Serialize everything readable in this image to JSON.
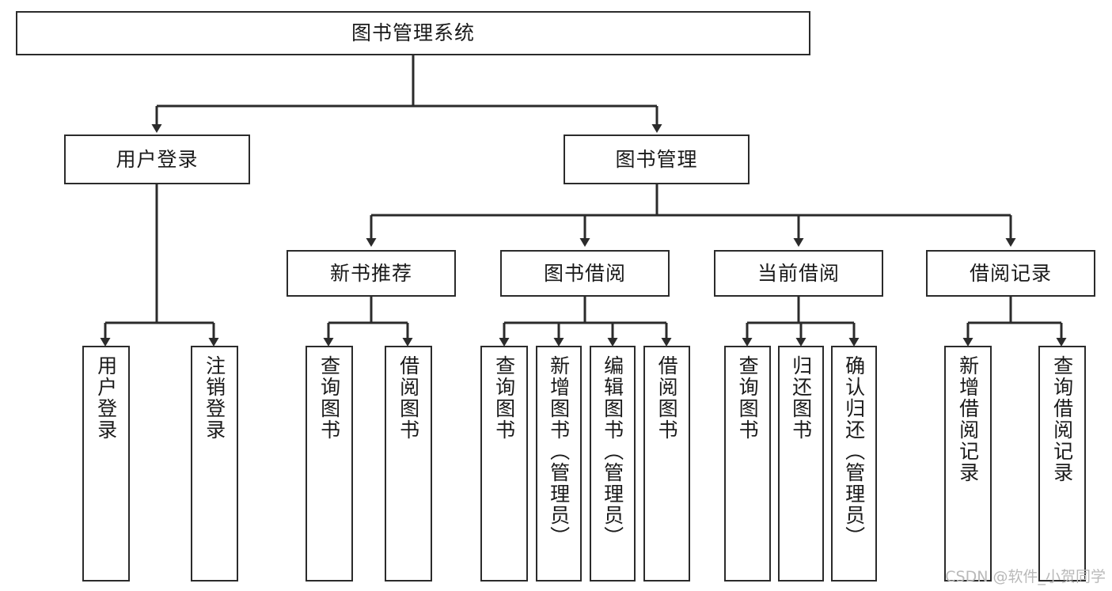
{
  "diagram": {
    "type": "tree-hierarchy-chart",
    "title": "图书管理系统",
    "stroke_color": "#2b2b2b",
    "background_color": "#ffffff",
    "text_color": "#1a1a1a",
    "nodes": {
      "root": {
        "label": "图书管理系统",
        "orientation": "horizontal"
      },
      "l1": [
        {
          "id": "user-login",
          "label": "用户登录",
          "orientation": "horizontal"
        },
        {
          "id": "book-manage",
          "label": "图书管理",
          "orientation": "horizontal"
        }
      ],
      "l2": [
        {
          "id": "new-book-recommend",
          "label": "新书推荐",
          "orientation": "horizontal"
        },
        {
          "id": "book-borrow",
          "label": "图书借阅",
          "orientation": "horizontal"
        },
        {
          "id": "current-borrow",
          "label": "当前借阅",
          "orientation": "horizontal"
        },
        {
          "id": "borrow-record",
          "label": "借阅记录",
          "orientation": "horizontal"
        }
      ],
      "leaves": [
        {
          "id": "leaf-user-login",
          "label": "用户登录",
          "orientation": "vertical",
          "parent": "user-login"
        },
        {
          "id": "leaf-logout-login",
          "label": "注销登录",
          "orientation": "vertical",
          "parent": "user-login"
        },
        {
          "id": "leaf-query-book-1",
          "label": "查询图书",
          "orientation": "vertical",
          "parent": "new-book-recommend"
        },
        {
          "id": "leaf-borrow-book-1",
          "label": "借阅图书",
          "orientation": "vertical",
          "parent": "new-book-recommend"
        },
        {
          "id": "leaf-query-book-2",
          "label": "查询图书",
          "orientation": "vertical",
          "parent": "book-borrow"
        },
        {
          "id": "leaf-add-book-admin",
          "label": "新增图书（管理员）",
          "orientation": "vertical",
          "parent": "book-borrow"
        },
        {
          "id": "leaf-edit-book-admin",
          "label": "编辑图书（管理员）",
          "orientation": "vertical",
          "parent": "book-borrow"
        },
        {
          "id": "leaf-borrow-book-2",
          "label": "借阅图书",
          "orientation": "vertical",
          "parent": "book-borrow"
        },
        {
          "id": "leaf-query-book-3",
          "label": "查询图书",
          "orientation": "vertical",
          "parent": "current-borrow"
        },
        {
          "id": "leaf-return-book",
          "label": "归还图书",
          "orientation": "vertical",
          "parent": "current-borrow"
        },
        {
          "id": "leaf-confirm-return-admin",
          "label": "确认归还（管理员）",
          "orientation": "vertical",
          "parent": "current-borrow"
        },
        {
          "id": "leaf-add-borrow-record",
          "label": "新增借阅记录",
          "orientation": "vertical",
          "parent": "borrow-record"
        },
        {
          "id": "leaf-query-borrow-record",
          "label": "查询借阅记录",
          "orientation": "vertical",
          "parent": "borrow-record"
        }
      ]
    }
  },
  "watermark": {
    "text": "CSDN @软件_小贺同学"
  }
}
